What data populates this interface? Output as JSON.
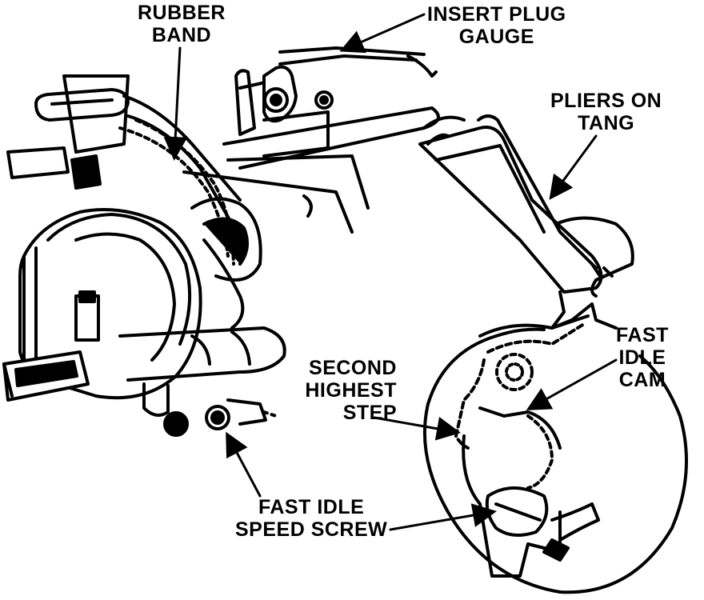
{
  "labels": {
    "rubber_band": [
      "RUBBER",
      "BAND"
    ],
    "insert_plug_gauge": [
      "INSERT PLUG",
      "GAUGE"
    ],
    "pliers_on_tang": [
      "PLIERS ON",
      "TANG"
    ],
    "fast_idle_cam": [
      "FAST",
      "IDLE",
      "CAM"
    ],
    "second_highest_step": [
      "SECOND",
      "HIGHEST",
      "STEP"
    ],
    "fast_idle_speed_screw": [
      "FAST IDLE",
      "SPEED SCREW"
    ]
  },
  "colors": {
    "ink": "#000000",
    "paper": "#ffffff"
  }
}
